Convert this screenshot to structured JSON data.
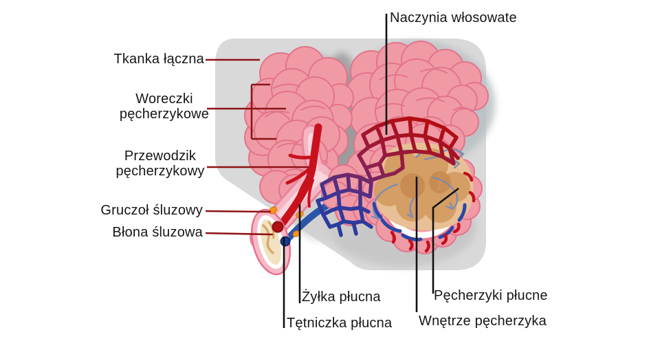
{
  "diagram": {
    "type": "anatomical-diagram",
    "labels": {
      "naczynia_wlosowate": "Naczynia włosowate",
      "tkanka_laczna": "Tkanka łączna",
      "woreczki_pecherzykowe": "Woreczki pęcherzykowe",
      "przewodzik_pecherzykowy": "Przewodzik pęcherzykowy",
      "gruczol_sluzowy": "Gruczoł śluzowy",
      "blona_sluzowa": "Błona śluzowa",
      "zylka_plucna": "Żyłka płucna",
      "tetniczka_plucna": "Tętniczka płucna",
      "pecherzyki_plucne": "Pęcherzyki płucne",
      "wnetrze_pecherzyka": "Wnętrze pęcherzyka"
    },
    "colors": {
      "background": "#ffffff",
      "panel": "#d9d9d9",
      "shadow": "#a9a9a9",
      "alveoli_fill": "#f09aa6",
      "alveoli_stroke": "#e2748a",
      "capillary_red": "#b30d12",
      "capillary_purple": "#7c2358",
      "capillary_blue": "#2c3a9c",
      "venule_red": "#c8111d",
      "arteriole_blue": "#2b55a8",
      "mucosa_tan": "#d8a96b",
      "mucosa_cream": "#f2e2c2",
      "interior_tan": "#e9c095",
      "interior_tan_dark": "#d29b60",
      "gland_orange": "#f8941e",
      "airflow_arrow": "#7b8cb2",
      "leader_red": "#8e1316",
      "leader_black": "#111111",
      "text": "#161616"
    }
  }
}
